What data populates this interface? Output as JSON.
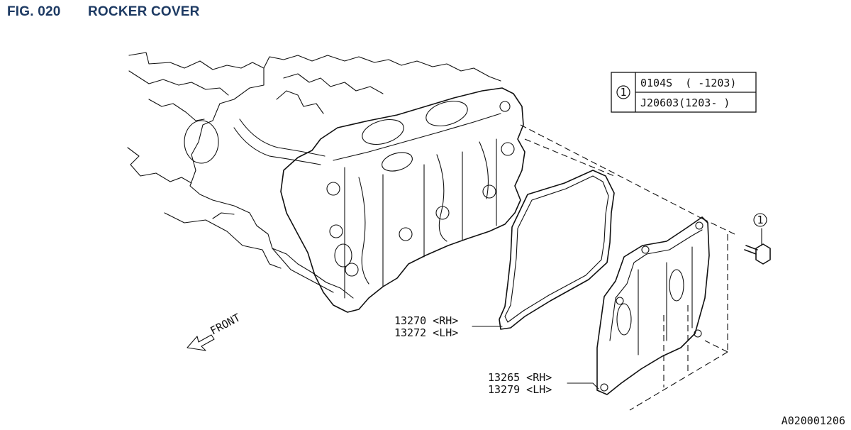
{
  "header": {
    "figure_number": "FIG. 020",
    "title": "ROCKER COVER"
  },
  "legend_table": {
    "marker": "1",
    "rows": [
      "0104S  ( -1203)",
      "J20603(1203- )"
    ]
  },
  "callouts": {
    "bolt_marker": "1",
    "gasket": {
      "line1": "13270 <RH>",
      "line2": "13272 <LH>"
    },
    "cover": {
      "line1": "13265 <RH>",
      "line2": "13279 <LH>"
    },
    "front_label": "FRONT"
  },
  "reference_code": "A020001206"
}
